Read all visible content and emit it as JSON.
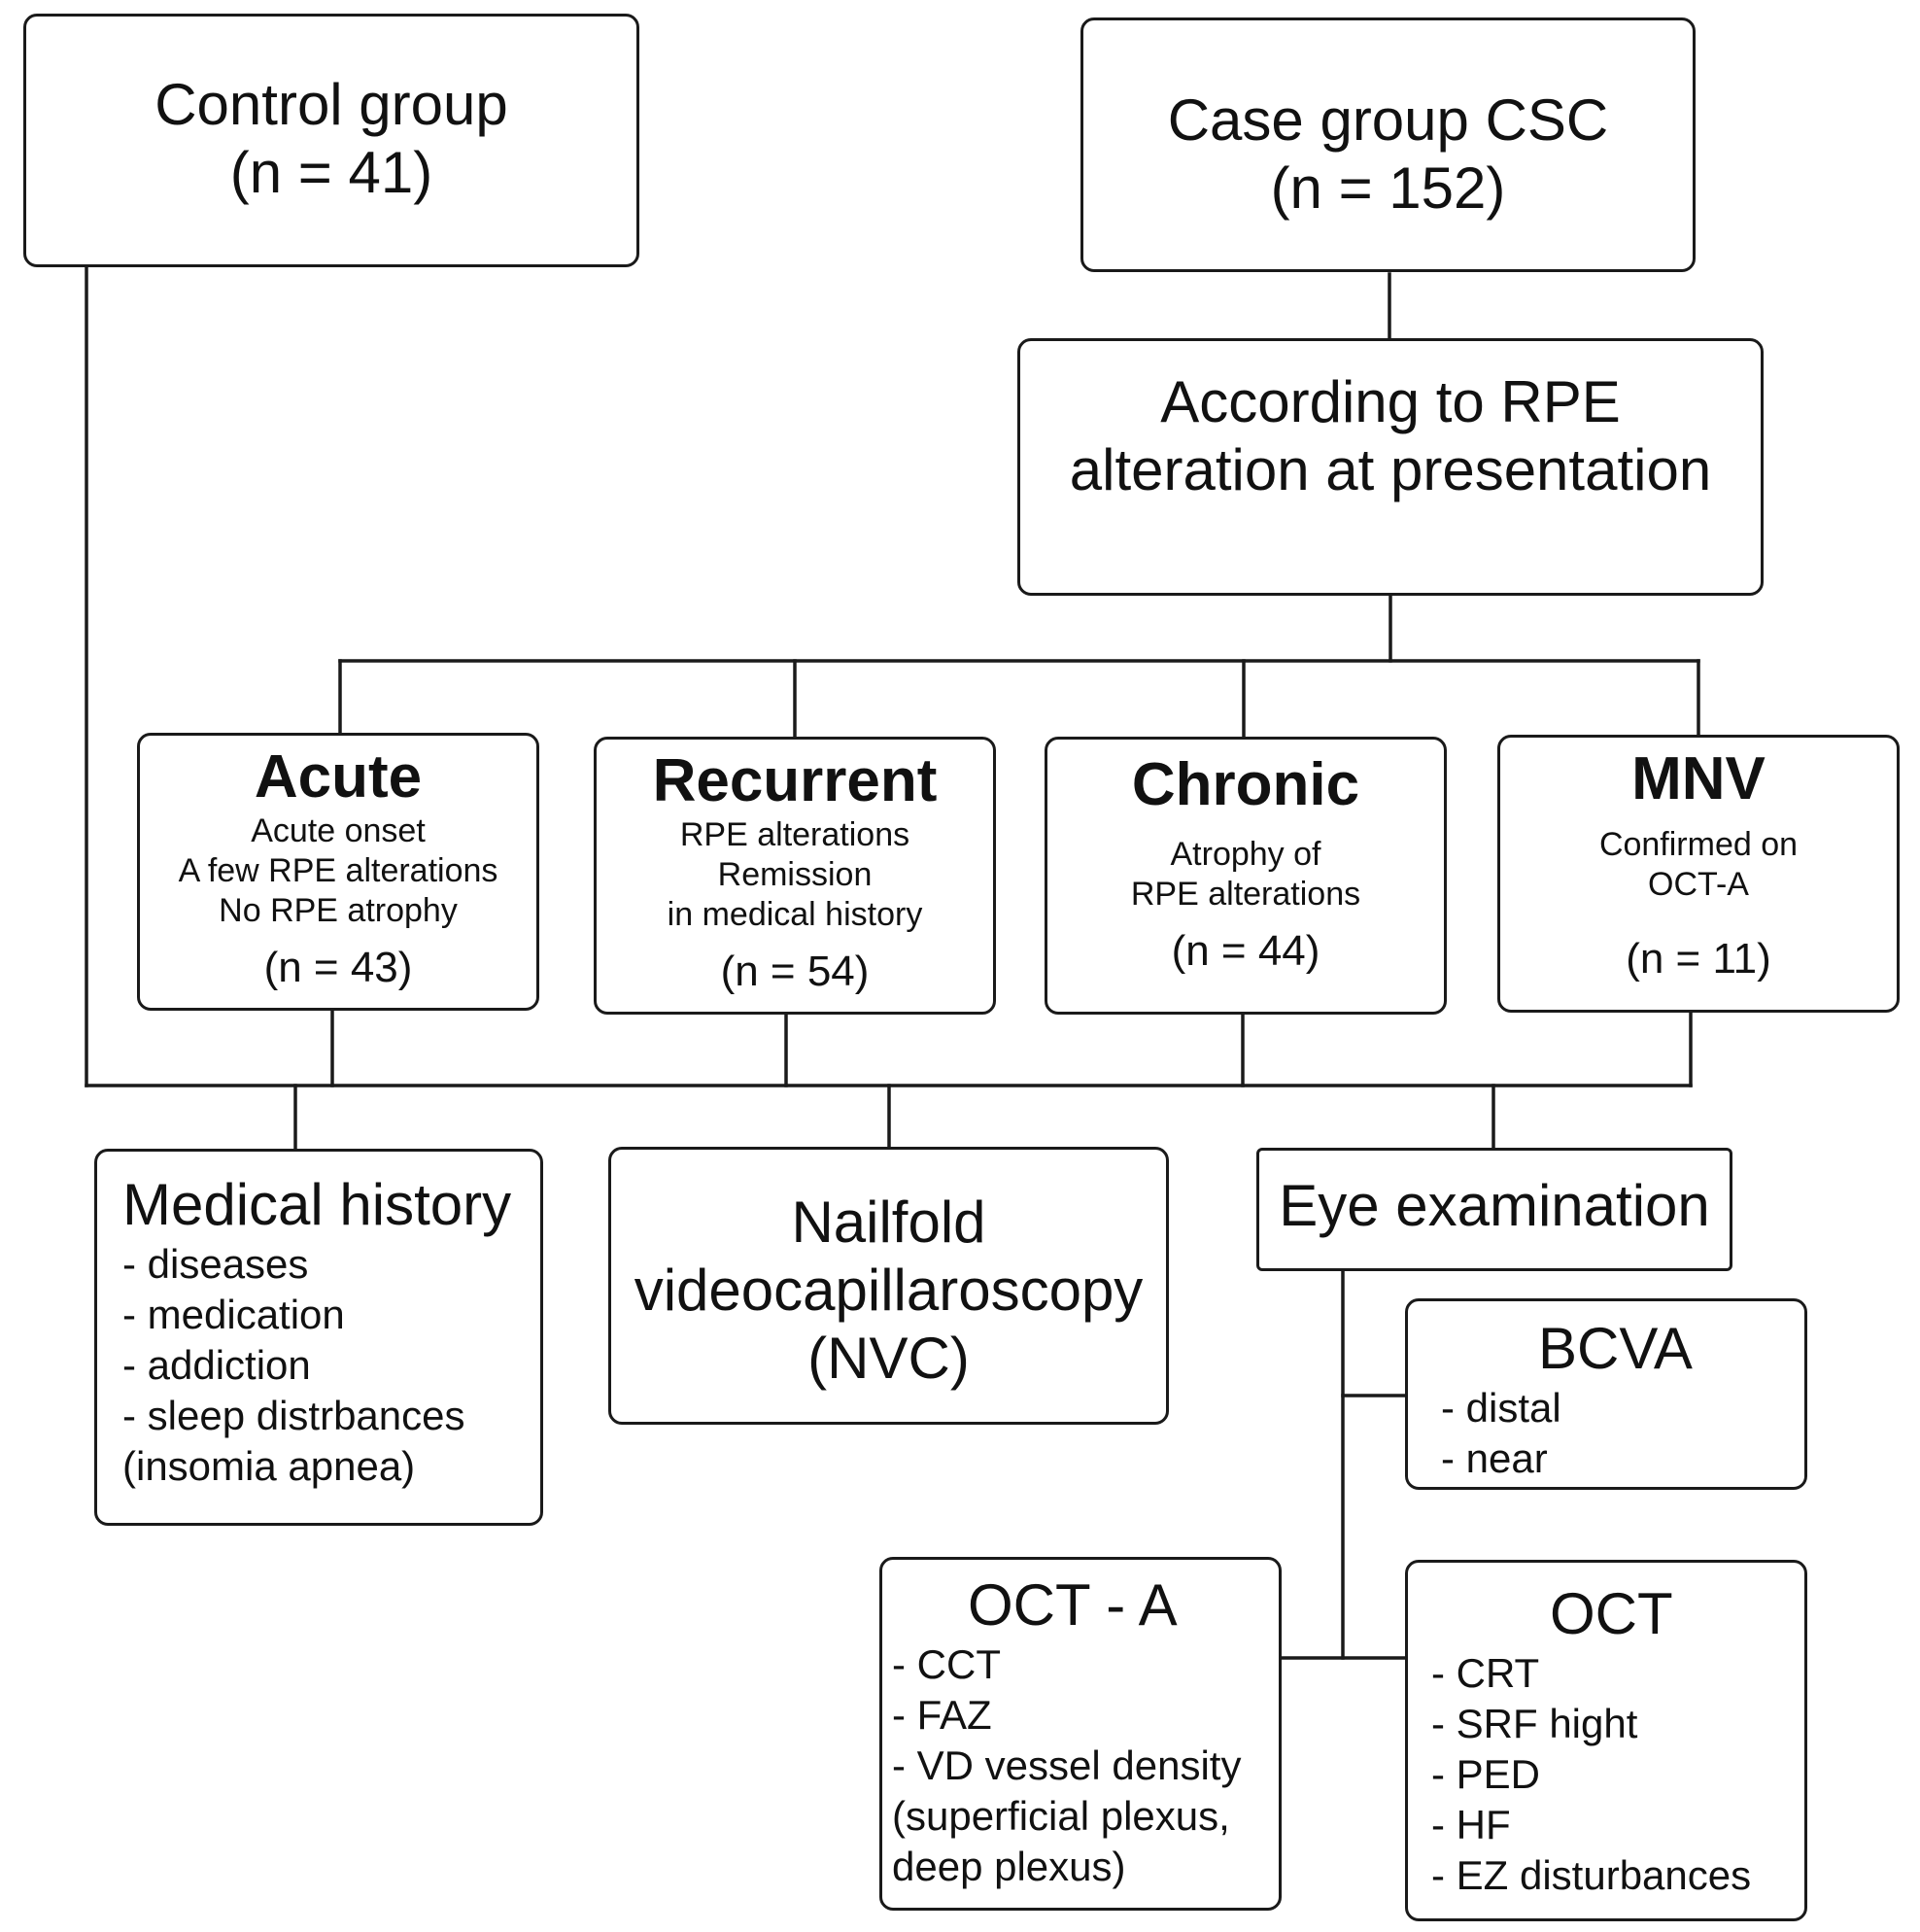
{
  "control": {
    "title": "Control group",
    "n": "(n = 41)"
  },
  "case": {
    "title": "Case group CSC",
    "n": "(n = 152)"
  },
  "classification": {
    "line1": "According to RPE",
    "line2": "alteration at presentation"
  },
  "categories": {
    "acute": {
      "title": "Acute",
      "desc": [
        "Acute onset",
        "A few RPE alterations",
        "No RPE atrophy"
      ],
      "n": "(n = 43)"
    },
    "recurrent": {
      "title": "Recurrent",
      "desc": [
        "RPE alterations",
        "Remission",
        "in medical history"
      ],
      "n": "(n = 54)"
    },
    "chronic": {
      "title": "Chronic",
      "desc": [
        "Atrophy of",
        "RPE alterations"
      ],
      "n": "(n = 44)"
    },
    "mnv": {
      "title": "MNV",
      "desc": [
        "Confirmed on",
        "OCT-A"
      ],
      "n": "(n = 11)"
    }
  },
  "medical_history": {
    "title": "Medical history",
    "items": [
      "- diseases",
      "- medication",
      "- addiction",
      "- sleep distrbances",
      "(insomia apnea)"
    ]
  },
  "nvc": {
    "lines": [
      "Nailfold",
      "videocapillaroscopy",
      "(NVC)"
    ]
  },
  "eye_exam": {
    "title": "Eye examination"
  },
  "bcva": {
    "title": "BCVA",
    "items": [
      "- distal",
      "- near"
    ]
  },
  "octa": {
    "title": "OCT - A",
    "items": [
      "- CCT",
      "- FAZ",
      "- VD vessel density",
      "(superficial plexus,",
      "deep plexus)"
    ]
  },
  "oct": {
    "title": "OCT",
    "items": [
      "- CRT",
      "- SRF hight",
      "- PED",
      "- HF",
      "- EZ disturbances"
    ]
  }
}
